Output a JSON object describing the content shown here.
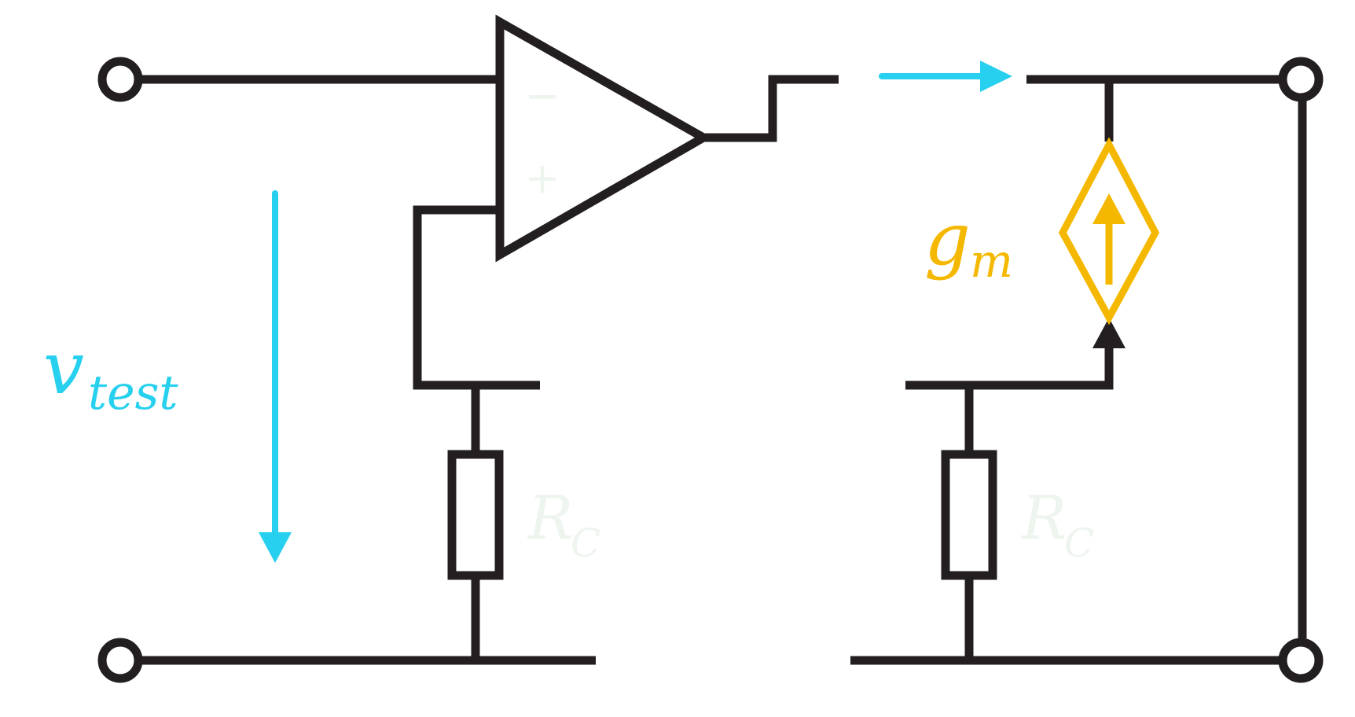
{
  "colors": {
    "wire": "#231f20",
    "test_accent": "#26d0ee",
    "gm_accent": "#f5b800",
    "faint_label": "#eef4ee"
  },
  "labels": {
    "v_test_main": "v",
    "v_test_sub": "test",
    "gm_main": "g",
    "gm_sub": "m",
    "rc_left_main": "R",
    "rc_left_sub": "C",
    "rc_right_main": "R",
    "rc_right_sub": "C",
    "opamp_minus": "−",
    "opamp_plus": "+"
  },
  "icons": {
    "test_voltage_arrow": "arrow-down-icon",
    "test_current_arrow": "arrow-right-icon",
    "gm_source": "dependent-current-source-icon",
    "gm_direction": "arrow-up-icon",
    "control_input": "arrowhead-up-icon"
  }
}
